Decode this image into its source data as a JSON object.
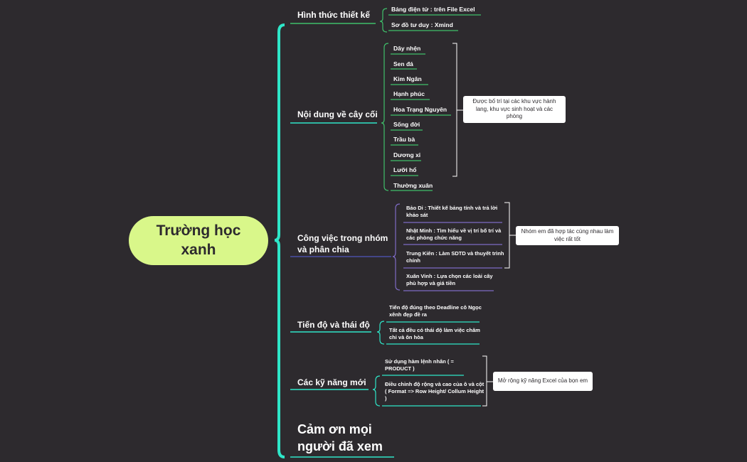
{
  "root": "Trường học xanh",
  "branches": {
    "design": {
      "label": "Hình thức thiết kế",
      "items": [
        "Bảng điện tử : trên File Excel",
        "Sơ đồ tư duy : Xmind"
      ]
    },
    "plants": {
      "label": "Nội dung về cây cối",
      "items": [
        "Dây nhện",
        "Sen đá",
        "Kim Ngân",
        "Hạnh phúc",
        "Hoa Trạng Nguyên",
        "Sống đời",
        "Trầu bà",
        "Dương xỉ",
        "Lưỡi hổ",
        "Thường xuân"
      ],
      "note": "Được bố trí tại các khu vực hành lang, khu vực sinh hoạt và các phòng"
    },
    "team": {
      "label": "Công việc trong nhóm và phân chia",
      "items": [
        "Bảo Di : Thiết kế bảng tính và trả lời khảo sát",
        "Nhật Minh : Tìm hiểu về vị trí bố trí và các phòng chức năng",
        "Trung Kiên : Làm SDTD và thuyết trình chính",
        "Xuân Vinh : Lựa chọn các loài cây phù hợp  và giá tiền"
      ],
      "note": "Nhóm em đã hợp tác cùng nhau làm việc rất tốt"
    },
    "progress": {
      "label": "Tiến độ và thái độ",
      "items": [
        "Tiến độ đúng theo Deadline cô Ngọc xênh đẹp đề ra",
        "Tất cả đều có thái độ làm việc chăm chỉ và ôn hòa"
      ]
    },
    "skills": {
      "label": "Các kỹ năng mới",
      "items": [
        "Sử dụng hàm lệnh nhân ( = PRODUCT )",
        "Điều chỉnh độ rộng và cao của ô và cột (  Format => Row Height/ Collum Height )"
      ],
      "note": "Mở rộng kỹ năng Excel của bọn em"
    },
    "thanks": {
      "label": "Cảm ơn mọi người đã xem"
    }
  },
  "colors": {
    "background": "#2d2a2e",
    "root": "#d9f78a",
    "teal": "#2ee6c8",
    "green": "#3fbf6a",
    "indigo": "#4b4ea6",
    "purple": "#7e6bc4"
  }
}
